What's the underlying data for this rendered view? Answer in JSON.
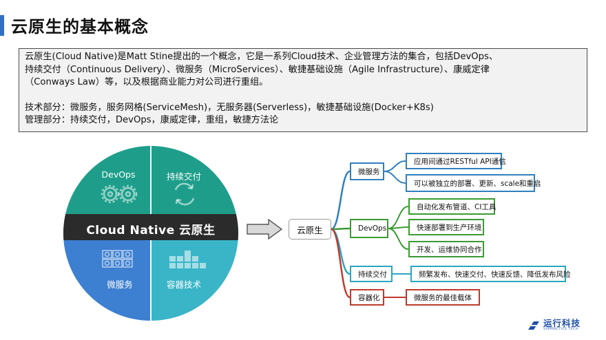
{
  "page": {
    "title": "云原生的基本概念"
  },
  "description": {
    "lines": [
      "云原生(Cloud Native)是Matt Stine提出的一个概念，它是一系列Cloud技术、企业管理方法的集合，包括DevOps、",
      "持续交付（Continuous Delivery）、微服务（MicroServices）、敏捷基础设施（Agile Infrastructure）、康威定律",
      "（Conways Law）等，以及根据商业能力对公司进行重组。",
      "技术部分：微服务，服务网格(ServiceMesh)，无服务器(Serverless)，敏捷基础设施(Docker+K8s)",
      "管理部分：持续交付，DevOps，康威定律，重组，敏捷方法论"
    ]
  },
  "circle": {
    "banner": "Cloud Native 云原生",
    "quadrants": {
      "top_left": "DevOps",
      "top_right": "持续交付",
      "bottom_left": "微服务",
      "bottom_right": "容器技术"
    },
    "colors": {
      "top": "#1e9e8a",
      "bottom_left": "#3d7fd1",
      "bottom_right": "#3ab5c8",
      "banner": "#2b2b2b"
    }
  },
  "mindmap": {
    "root": "云原生",
    "branches": [
      {
        "label": "微服务",
        "color": "#2f7fbf",
        "children": [
          "应用间通过RESTful API通信",
          "可以被独立的部署、更新、scale和重启"
        ]
      },
      {
        "label": "DevOps",
        "color": "#3a9a32",
        "children": [
          "自动化发布管道、CI工具",
          "快速部署到生产环境",
          "开发、运维协同合作"
        ]
      },
      {
        "label": "持续交付",
        "color": "#2aa6c2",
        "children": [
          "频繁发布、快速交付、快速反馈、降低发布风险"
        ]
      },
      {
        "label": "容器化",
        "color": "#c0392b",
        "children": [
          "微服务的最佳载体"
        ]
      }
    ]
  },
  "logo": {
    "name": "运行科技",
    "tagline": "VISPRACTICE TECH",
    "color": "#1e4fa8"
  }
}
